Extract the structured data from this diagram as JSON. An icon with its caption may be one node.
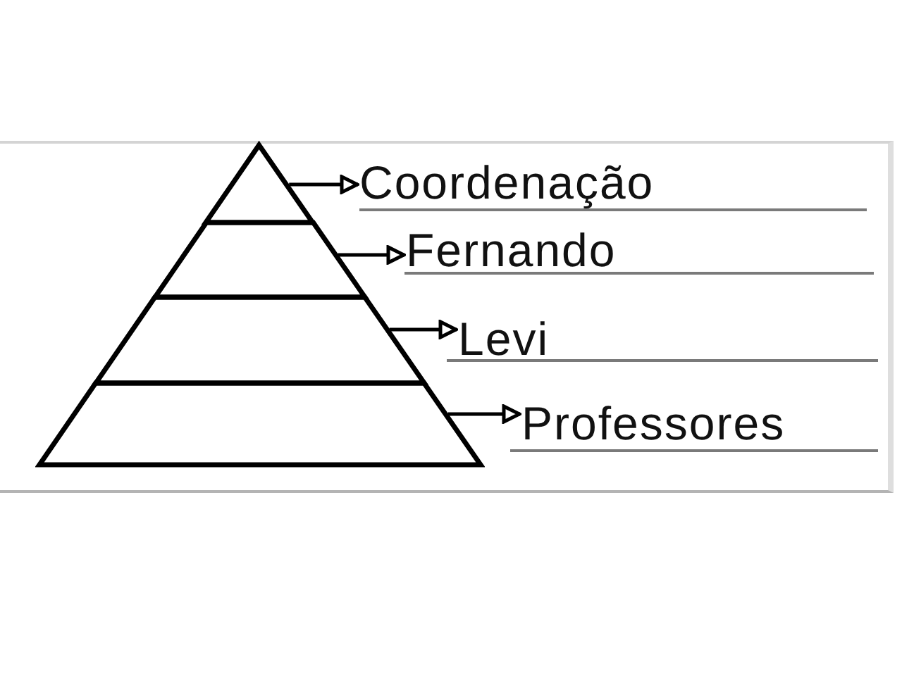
{
  "diagram": {
    "nodes": [
      {
        "text": [],
        "shape": "triangle"
      },
      {
        "text": [],
        "shape": "trapezoid"
      },
      {
        "text": [],
        "shape": "trapezoid"
      },
      {
        "text": [],
        "shape": "trapezoid"
      },
      {
        "text": [
          "Coordenação"
        ]
      },
      {
        "text": [
          "Fernando"
        ]
      },
      {
        "text": [
          "Levi"
        ]
      },
      {
        "text": [
          "Professores"
        ]
      }
    ],
    "edges": [
      {
        "from": 0,
        "to": 4,
        "arrow": "to"
      },
      {
        "from": 1,
        "to": 5,
        "arrow": "to"
      },
      {
        "from": 2,
        "to": 6,
        "arrow": "to"
      },
      {
        "from": 3,
        "to": 7,
        "arrow": "to"
      }
    ]
  }
}
